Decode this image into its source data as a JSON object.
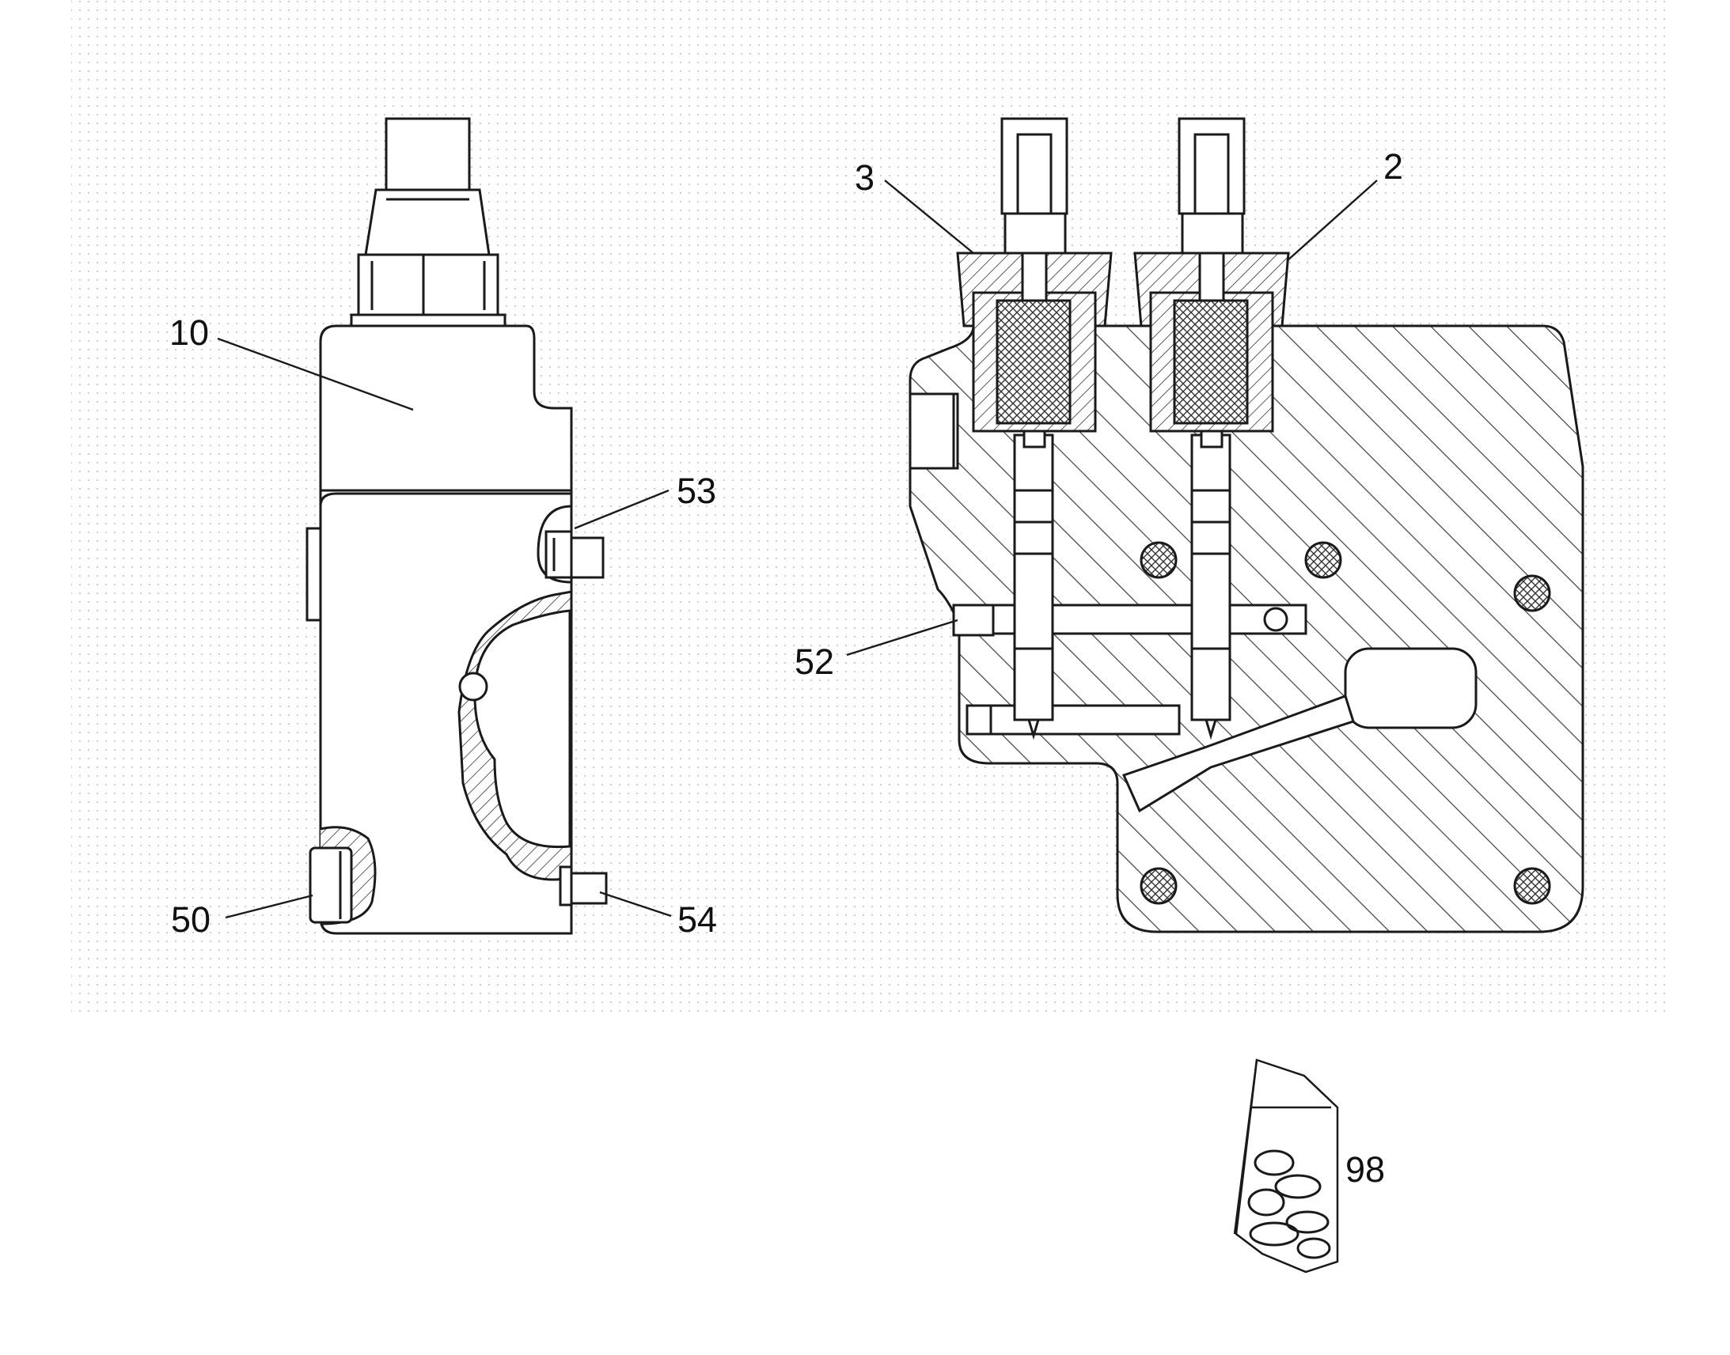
{
  "labels": {
    "l10": "10",
    "l53": "53",
    "l50": "50",
    "l54": "54",
    "l3": "3",
    "l2": "2",
    "l52": "52",
    "l98": "98"
  },
  "colors": {
    "line": "#1a1a1a",
    "hatch": "#4a4a4a",
    "background_dots": "#c8c8c8",
    "paper": "#ffffff"
  }
}
